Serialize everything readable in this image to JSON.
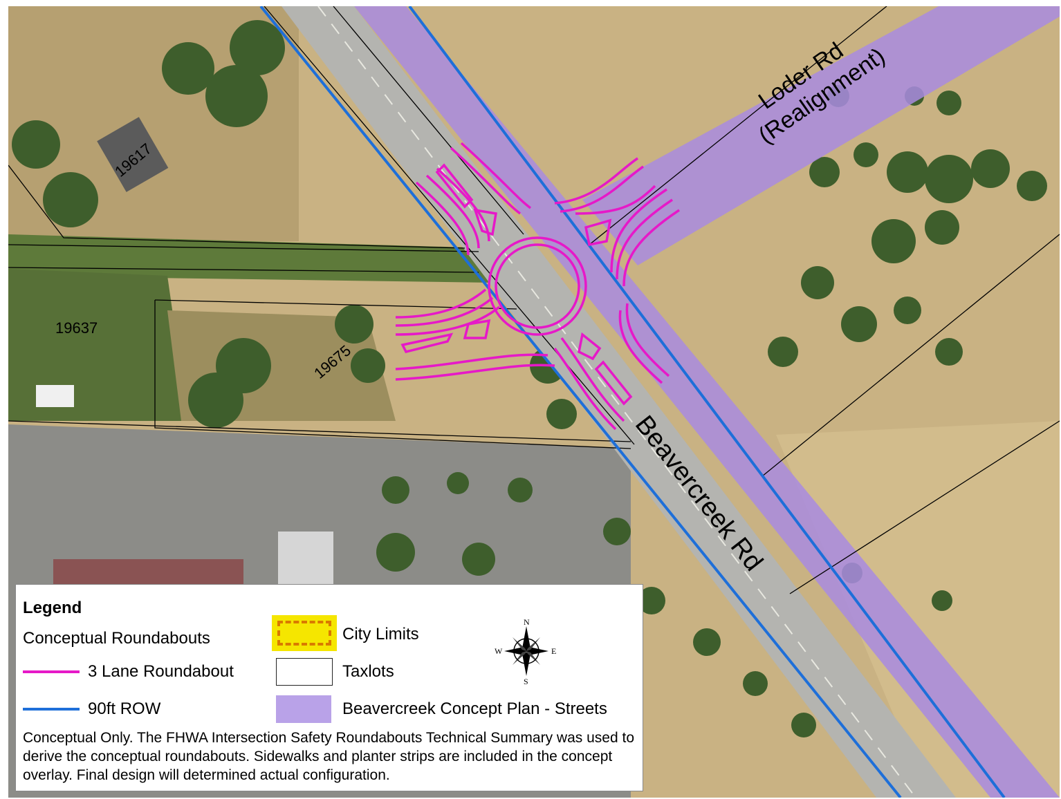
{
  "map": {
    "road_labels": {
      "loder_line1": "Loder Rd",
      "loder_line2": "(Realignment)",
      "beavercreek": "Beavercreek Rd"
    },
    "taxlots": [
      "19617",
      "19637",
      "19675"
    ],
    "colors": {
      "roundabout": "#e619c8",
      "row": "#1e6fd9",
      "concept_streets": "#a98be0",
      "city_limits_fill": "#d97a00",
      "city_limits_outline": "#f5e600"
    }
  },
  "legend": {
    "title": "Legend",
    "group_label": "Conceptual Roundabouts",
    "items": {
      "roundabout": "3 Lane Roundabout",
      "row": "90ft ROW",
      "city_limits": "City Limits",
      "taxlots": "Taxlots",
      "concept_streets": "Beavercreek Concept Plan - Streets"
    },
    "compass": {
      "n": "N",
      "s": "S",
      "e": "E",
      "w": "W"
    },
    "note": "Conceptual Only. The FHWA Intersection Safety Roundabouts Technical Summary was used to derive the conceptual roundabouts. Sidewalks and planter strips are included in the concept overlay. Final design will determined actual configuration."
  }
}
